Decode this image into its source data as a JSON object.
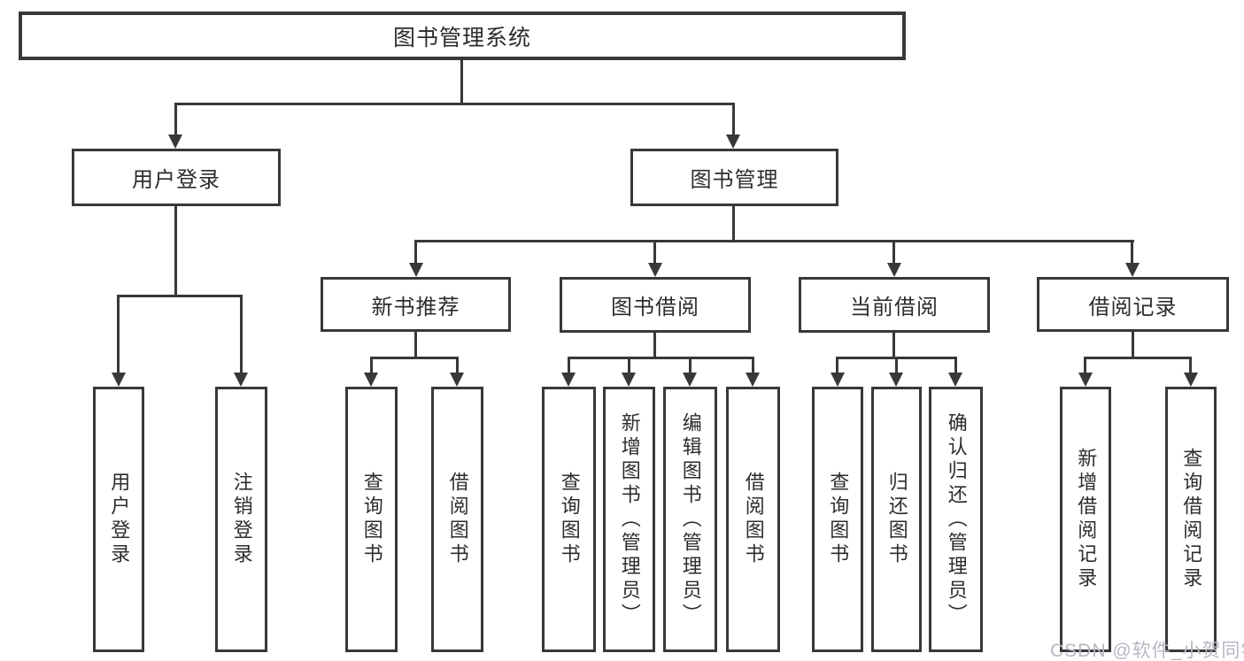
{
  "diagram": {
    "type": "hierarchy-tree",
    "colors": {
      "background": "#ffffff",
      "line": "#383838",
      "text": "#2d2d2d",
      "watermark": "#b7b7c2"
    }
  },
  "tree": {
    "root": {
      "label": "图书管理系统",
      "children": [
        {
          "label": "用户登录",
          "children": [
            {
              "label": "用户登录"
            },
            {
              "label": "注销登录"
            }
          ]
        },
        {
          "label": "图书管理",
          "children": [
            {
              "label": "新书推荐",
              "children": [
                {
                  "label": "查询图书"
                },
                {
                  "label": "借阅图书"
                }
              ]
            },
            {
              "label": "图书借阅",
              "children": [
                {
                  "label": "查询图书"
                },
                {
                  "label": "新增图书（管理员）"
                },
                {
                  "label": "编辑图书（管理员）"
                },
                {
                  "label": "借阅图书"
                }
              ]
            },
            {
              "label": "当前借阅",
              "children": [
                {
                  "label": "查询图书"
                },
                {
                  "label": "归还图书"
                },
                {
                  "label": "确认归还（管理员）"
                }
              ]
            },
            {
              "label": "借阅记录",
              "children": [
                {
                  "label": "新增借阅记录"
                },
                {
                  "label": "查询借阅记录"
                }
              ]
            }
          ]
        }
      ]
    }
  },
  "watermark": {
    "text": "CSDN @软件_小贺同学"
  }
}
